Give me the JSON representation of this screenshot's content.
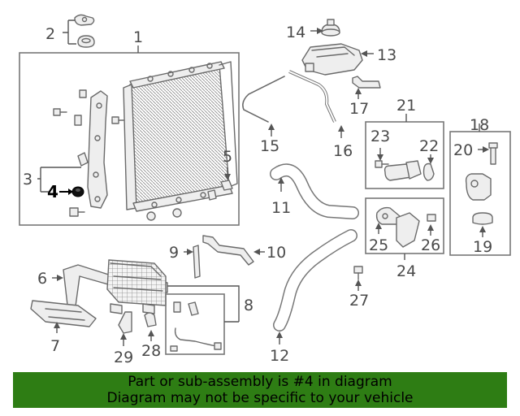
{
  "callouts": {
    "n1": "1",
    "n2": "2",
    "n3": "3",
    "n4": "4",
    "n5": "5",
    "n6": "6",
    "n7": "7",
    "n8": "8",
    "n9": "9",
    "n10": "10",
    "n11": "11",
    "n12": "12",
    "n13": "13",
    "n14": "14",
    "n15": "15",
    "n16": "16",
    "n17": "17",
    "n18": "18",
    "n19": "19",
    "n20": "20",
    "n21": "21",
    "n22": "22",
    "n23": "23",
    "n24": "24",
    "n25": "25",
    "n26": "26",
    "n27": "27",
    "n28": "28",
    "n29": "29"
  },
  "highlighted_part": "4",
  "banner": {
    "line1": "Part or sub-assembly is #4 in diagram",
    "line2": "Diagram may not be specific to your vehicle"
  },
  "colors": {
    "banner_bg": "#2e7d14",
    "line_art": "#6a6a6a",
    "highlight": "#000000"
  }
}
